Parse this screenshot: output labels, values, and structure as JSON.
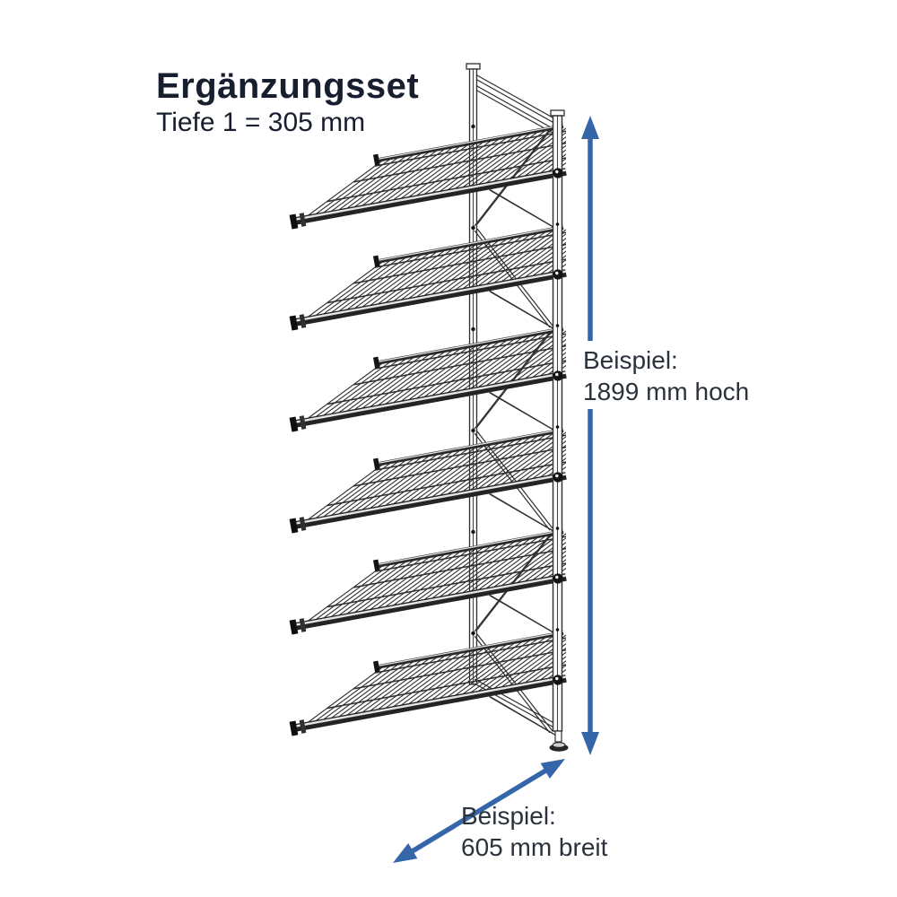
{
  "header": {
    "title": "Ergänzungsset",
    "subtitle": "Tiefe 1 = 305 mm"
  },
  "annotations": {
    "height": {
      "line1": "Beispiel:",
      "line2": "1899 mm hoch"
    },
    "width": {
      "line1": "Beispiel:",
      "line2": "605 mm breit"
    }
  },
  "diagram": {
    "description": "Add-on shelving unit: vertical side frame with six inclined wire-mesh shelves, leveling foot, and blue dimension arrows",
    "shelf_count": 6
  },
  "colors": {
    "arrow_blue": "#3566a9",
    "line_dark": "#2f2f2f",
    "line_black": "#141414",
    "rail_dark": "#242424",
    "highlight": "#e4e4e4",
    "post_fill": "#f8f8f8",
    "title_text": "#171e2e",
    "annotation_text": "#2b323c",
    "background": "#ffffff"
  }
}
